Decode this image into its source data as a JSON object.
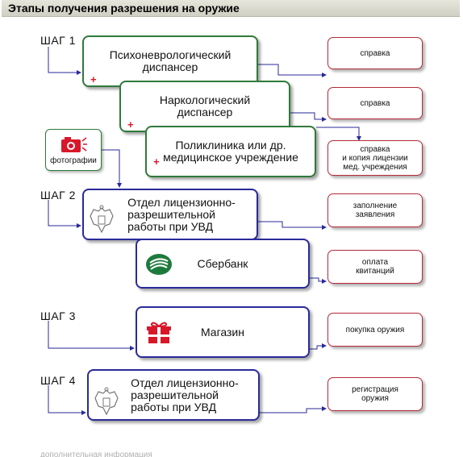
{
  "header": {
    "title": "Этапы получения разрешения на оружие"
  },
  "steps": [
    "ШАГ 1",
    "ШАГ 2",
    "ШАГ 3",
    "ШАГ 4"
  ],
  "boxes": {
    "psycho": "Психоневрологический\nдиспансер",
    "narco": "Наркологический\nдиспансер",
    "clinic": "Поликлиника или др.\nмедицинское учреждение",
    "licensing1": "Отдел лицензионно-\nразрешительной\nработы при УВД",
    "sberbank": "Сбербанк",
    "shop": "Магазин",
    "licensing2": "Отдел лицензионно-\nразрешительной\nработы при УВД"
  },
  "photo": {
    "label": "фотографии"
  },
  "results": {
    "r1": "справка",
    "r2": "справка",
    "r3": "справка\nи копия лицензии\nмед. учреждения",
    "r4": "заполнение\nзаявления",
    "r5": "оплата\nквитанций",
    "r6": "покупка оружия",
    "r7": "регистрация\nоружия"
  },
  "footer": {
    "note": "дополнительная информация"
  },
  "colors": {
    "green_border": "#2f7a3a",
    "blue_border": "#2a2a9a",
    "result_border": "#b52a3c",
    "cross": "#d8182a",
    "line": "#2a2a9a"
  },
  "icons": [
    "camera-icon",
    "medical-cross-icon",
    "coat-of-arms-icon",
    "sberbank-logo-icon",
    "gift-icon"
  ]
}
